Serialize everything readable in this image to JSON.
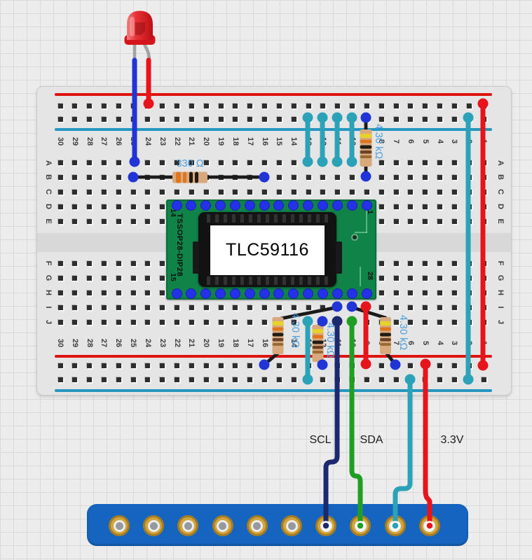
{
  "breadboard": {
    "column_numbers": [
      "30",
      "29",
      "28",
      "27",
      "26",
      "25",
      "24",
      "23",
      "22",
      "21",
      "20",
      "19",
      "18",
      "17",
      "16",
      "15",
      "14",
      "13",
      "12",
      "11",
      "10",
      "9",
      "8",
      "7",
      "6",
      "5",
      "4",
      "3",
      "2",
      "1"
    ],
    "rows_upper": [
      "A",
      "B",
      "C",
      "D",
      "E"
    ],
    "rows_lower": [
      "F",
      "G",
      "H",
      "I",
      "J"
    ]
  },
  "adapter": {
    "silkscreen": "TSSOP28-DIP28",
    "chip_label": "TLC59116",
    "pin_top_left": "14",
    "pin_top_right": "1",
    "pin_bottom_left": "15",
    "pin_bottom_right": "28"
  },
  "labels": {
    "led_resistor": "330 Ω",
    "pullup_top": "4.30 kΩ",
    "pullup_1": "4.30 kΩ",
    "pullup_2": "4.30 kΩ",
    "pullup_3": "4.30 kΩ",
    "scl": "SCL",
    "sda": "SDA",
    "power": "3.3V"
  },
  "colors": {
    "wire_blue": "#2135d6",
    "wire_red": "#e8141b",
    "wire_teal": "#2ba2b8",
    "wire_navy": "#1b2a6e",
    "wire_green": "#1f9e23",
    "wire_black": "#1a1a1a",
    "rail_red": "#e01313",
    "rail_blue": "#2596be",
    "label_blue": "#4d9fdd",
    "pcb_green": "#108348",
    "header_blue": "#1565c0",
    "led_red": "#e5242a",
    "resistor_body": "#d8a97c",
    "band_yellow": "#e5d32b",
    "band_orange": "#e0751f",
    "band_black": "#211b14",
    "band_brown": "#6b4226",
    "band_brown2": "#9a6a33",
    "pin_blue": "#2531e8",
    "pad_gold": "#d2a53e"
  }
}
